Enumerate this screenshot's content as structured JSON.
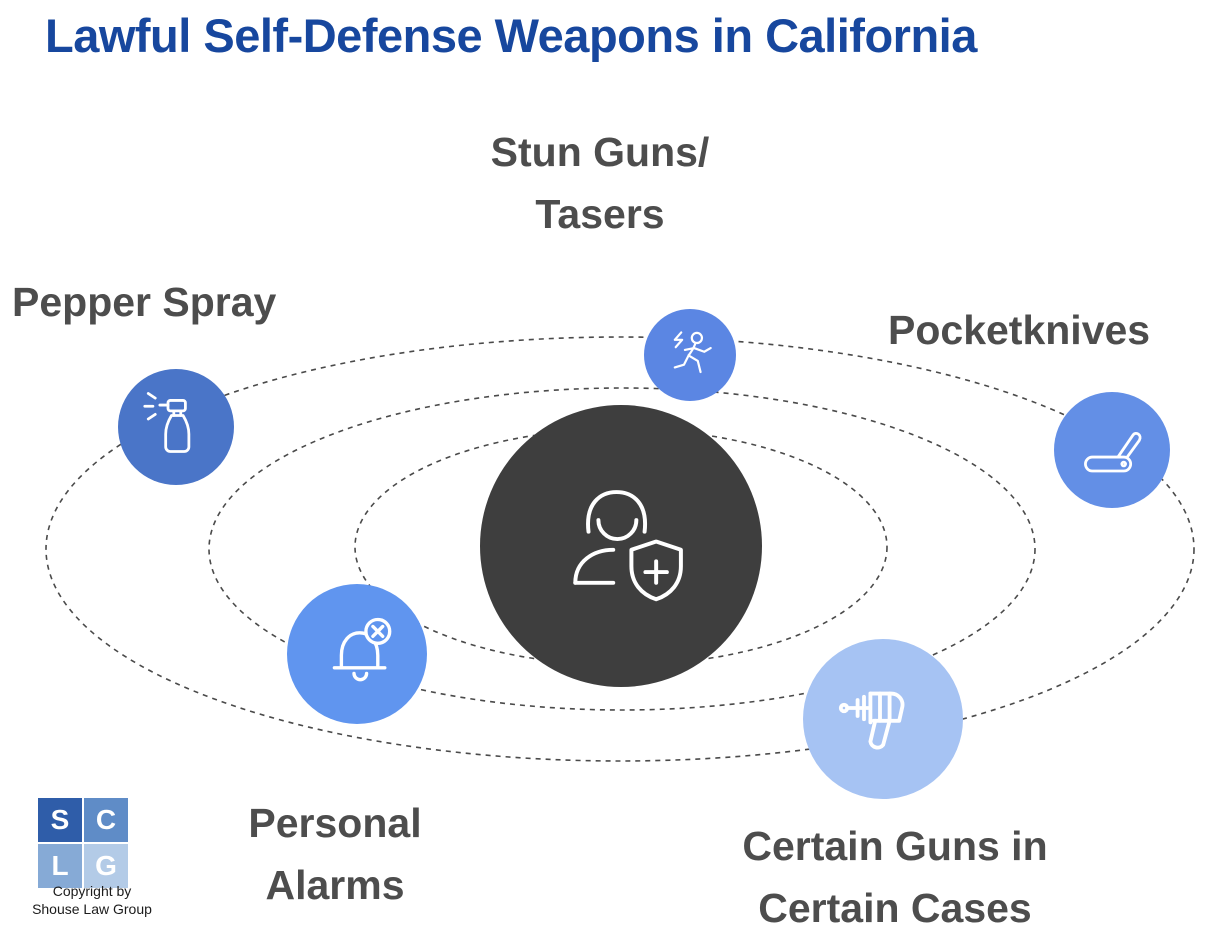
{
  "title": "Lawful Self-Defense Weapons in California",
  "colors": {
    "title": "#17479e",
    "label": "#4d4d4d",
    "center_circle": "#3e3e3e",
    "orbit_stroke": "#4a4a4a",
    "node_stun": "#5b86e3",
    "node_pepper": "#4a75c8",
    "node_pocketknife": "#638fe6",
    "node_alarm": "#6095ef",
    "node_guns": "#a6c3f3"
  },
  "center": {
    "icon": "person-with-shield-icon"
  },
  "items": [
    {
      "id": "stun-guns-tasers",
      "label": "Stun Guns/\nTasers",
      "icon": "stun-gun-icon",
      "color": "#5b86e3"
    },
    {
      "id": "pepper-spray",
      "label": "Pepper Spray",
      "icon": "pepper-spray-icon",
      "color": "#4a75c8"
    },
    {
      "id": "pocketknives",
      "label": "Pocketknives",
      "icon": "pocketknife-icon",
      "color": "#638fe6"
    },
    {
      "id": "personal-alarms",
      "label": "Personal\nAlarms",
      "icon": "alarm-bell-icon",
      "color": "#6095ef"
    },
    {
      "id": "certain-guns",
      "label": "Certain Guns in\nCertain Cases",
      "icon": "ray-gun-icon",
      "color": "#a6c3f3"
    }
  ],
  "logo": {
    "letters": [
      "S",
      "C",
      "L",
      "G"
    ]
  },
  "copyright": "Copyright by\nShouse Law Group"
}
